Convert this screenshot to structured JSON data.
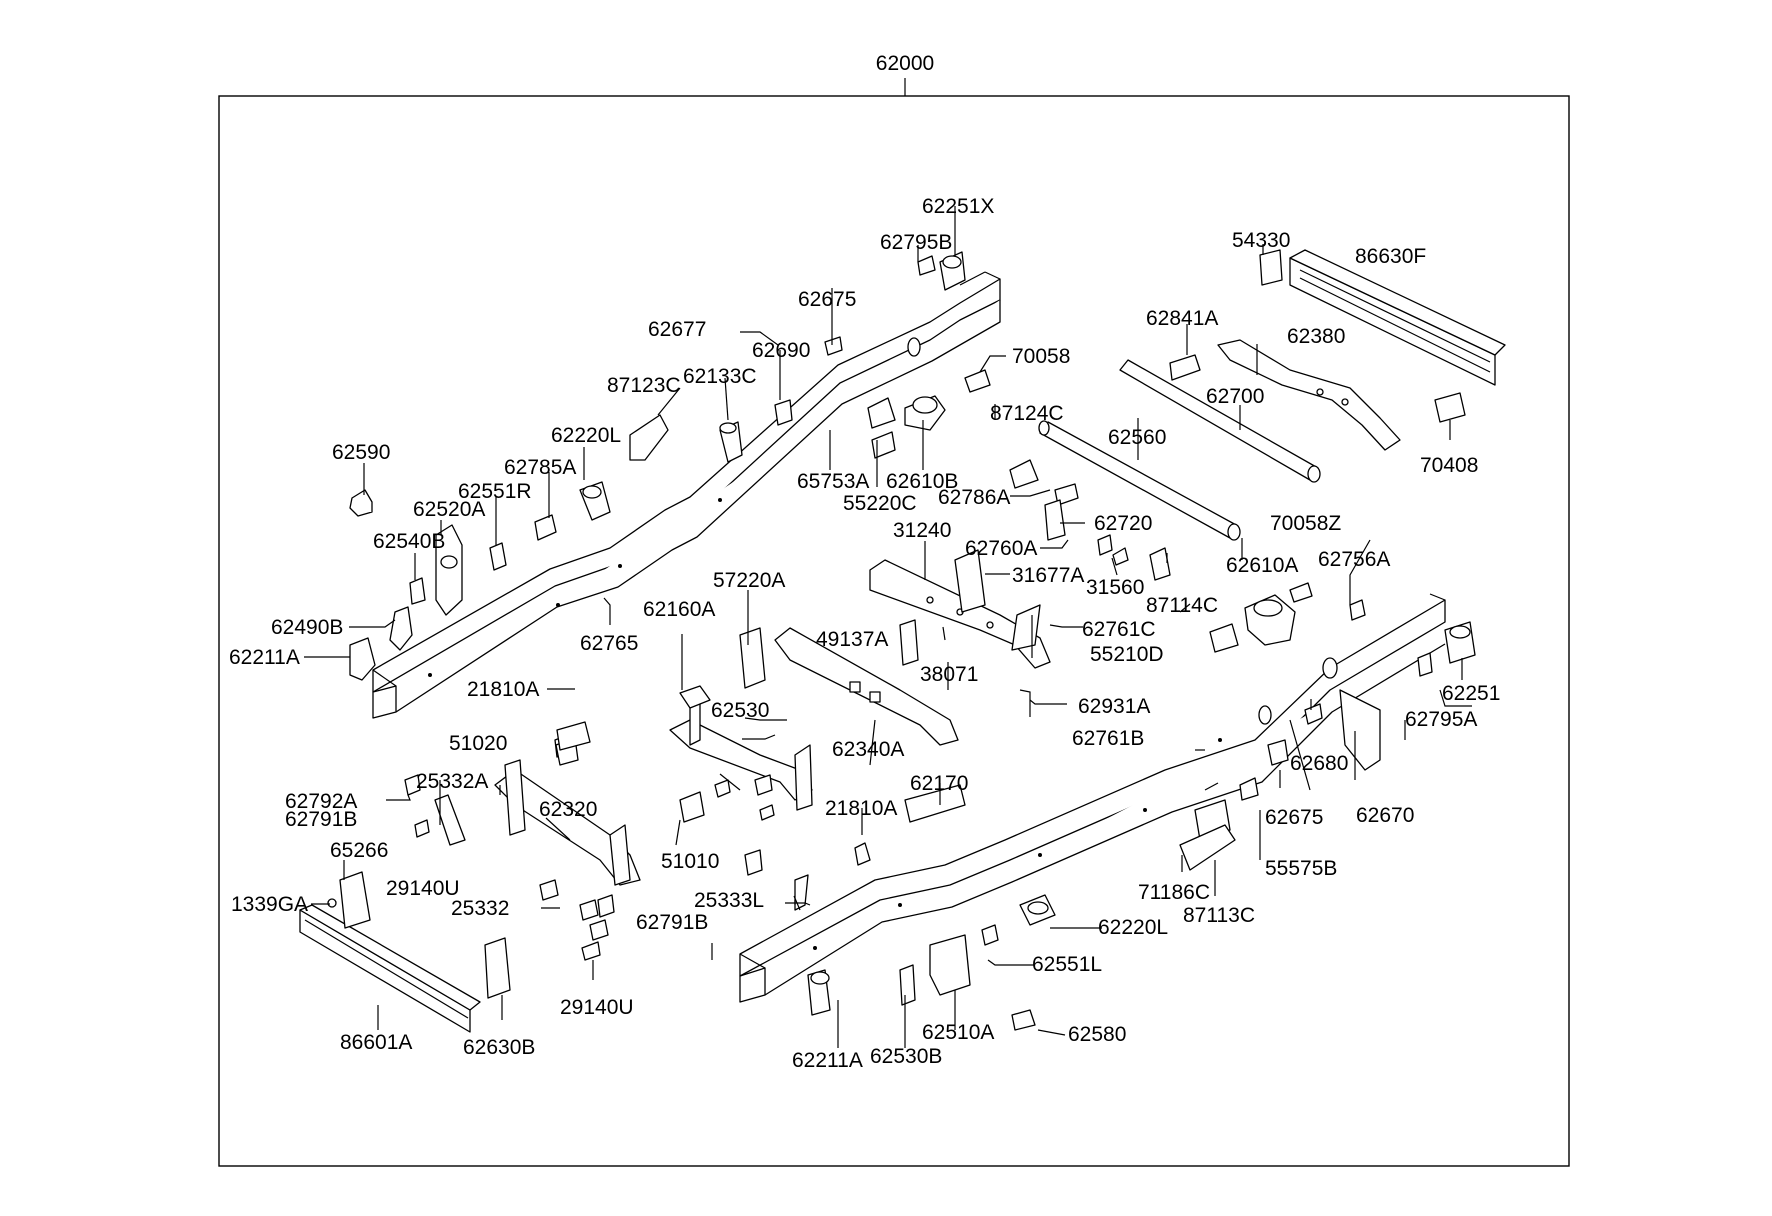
{
  "diagram": {
    "assembly_number": "62000",
    "part_labels": [
      "62251X",
      "62795B",
      "62675",
      "62677",
      "62690",
      "87123C",
      "62133C",
      "62220L",
      "62590",
      "62785A",
      "62551R",
      "62520A",
      "62540B",
      "62490B",
      "62211A",
      "62765",
      "21810A",
      "62160A",
      "57220A",
      "54330",
      "86630F",
      "62841A",
      "62380",
      "62700",
      "70408",
      "70058",
      "87124C",
      "62560",
      "65753A",
      "62610B",
      "55220C",
      "62786A",
      "62720",
      "31240",
      "62760A",
      "31677A",
      "31560",
      "87114C",
      "70058Z",
      "62610A",
      "62756A",
      "49137A",
      "62761C",
      "38071",
      "55210D",
      "62931A",
      "62251",
      "62795A",
      "62340A",
      "62530",
      "51020",
      "62761B",
      "62680",
      "62670",
      "25332A",
      "62792A",
      "62791B",
      "62320",
      "21810A",
      "62170",
      "51010",
      "62675",
      "65266",
      "29140U",
      "1339GA",
      "25332",
      "62791B",
      "25333L",
      "71186C",
      "55575B",
      "87113C",
      "62220L",
      "62551L",
      "86601A",
      "62630B",
      "29140U",
      "62211A",
      "62530B",
      "62510A",
      "62580"
    ]
  }
}
